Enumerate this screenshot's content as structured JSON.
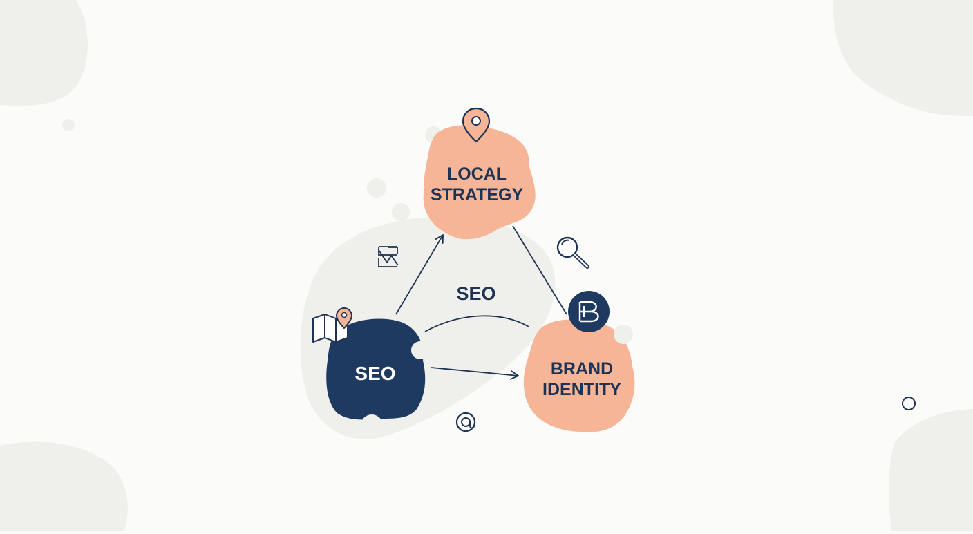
{
  "colors": {
    "background": "#fbfbf9",
    "blob_light": "#efefeb",
    "peach": "#f5b596",
    "navy": "#1e3a61",
    "line": "#1e3254",
    "white": "#ffffff"
  },
  "nodes": {
    "local_strategy": {
      "line1": "LOCAL",
      "line2": "STRATEGY",
      "icon": "location-pin-icon"
    },
    "brand_identity": {
      "line1": "BRAND",
      "line2": "IDENTITY",
      "icon": "brand-b-icon"
    },
    "seo": {
      "label": "SEO",
      "icon": "folded-map-with-pin-icon"
    }
  },
  "connector_label": "SEO",
  "decorative_icons": [
    "search-magnifier-icon",
    "trend-arrows-icon",
    "at-sign-icon"
  ]
}
